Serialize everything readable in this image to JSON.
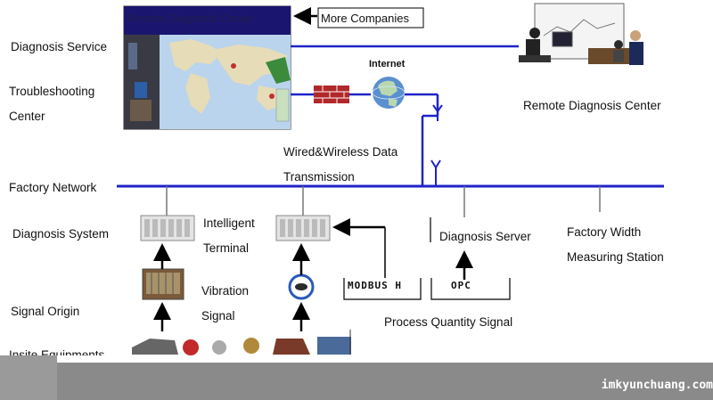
{
  "labels": {
    "diagnosis_service": "Diagnosis  Service",
    "troubleshooting": "Troubleshooting",
    "center": "Center",
    "remote_diagnosis_center_box": "Remote Diagnosis Center",
    "more_companies": "More Companies",
    "internet": "Internet",
    "remote_diagnosis_center": "Remote Diagnosis Center",
    "wired_wireless_line1": "Wired&Wireless Data",
    "wired_wireless_line2": "Transmission",
    "factory_network": "Factory Network",
    "diagnosis_system": "Diagnosis System",
    "intelligent": "Intelligent",
    "terminal": "Terminal",
    "diagnosis_server": "Diagnosis Server",
    "factory_width": "Factory Width",
    "measuring_station": "Measuring Station",
    "vibration": "Vibration",
    "signal": "Signal",
    "modbus": "MODBUS H",
    "opc": "OPC",
    "signal_origin": "Signal Origin",
    "process_quantity_signal": "Process Quantity Signal",
    "insite_equipments": "Insite Equipments"
  },
  "watermark": "imkyunchuang.com",
  "colors": {
    "network_line": "#1f23c8",
    "map_header": "#1a1670",
    "firewall": "#b0282a",
    "footer": "#8a8a8a"
  }
}
